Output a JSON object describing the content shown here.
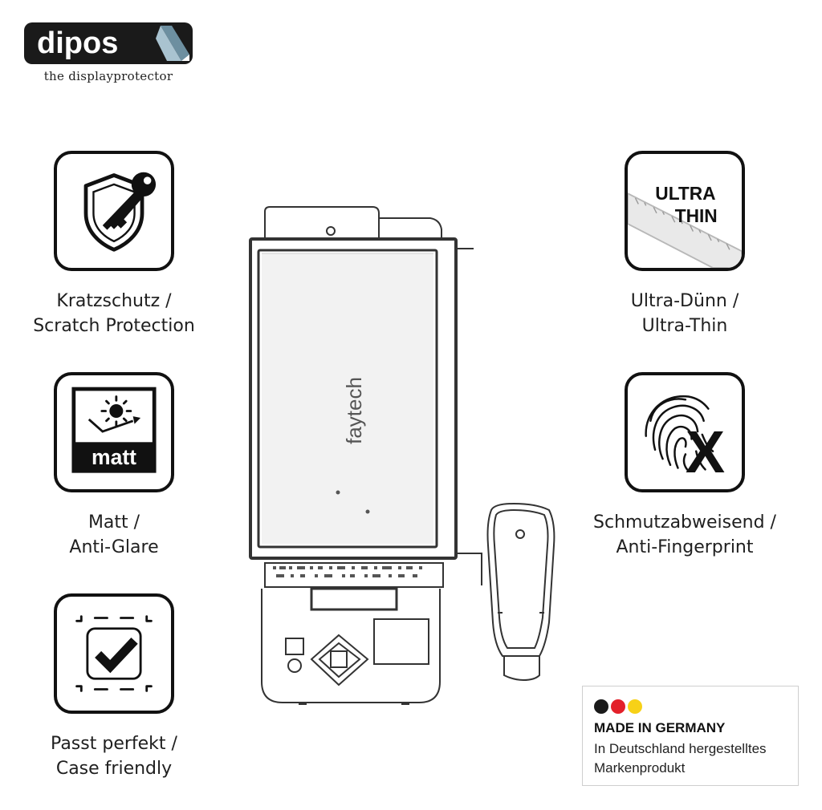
{
  "brand": {
    "name": "dipos",
    "tagline": "the displayprotector"
  },
  "features": {
    "scratch": {
      "line1": "Kratzschutz /",
      "line2": "Scratch Protection",
      "icon": "shield-key-icon"
    },
    "matt": {
      "line1": "Matt /",
      "line2": "Anti-Glare",
      "icon": "sun-matt-icon",
      "badge": "matt"
    },
    "fit": {
      "line1": "Passt perfekt /",
      "line2": "Case friendly",
      "icon": "checkmark-frame-icon"
    },
    "ultra": {
      "line1": "Ultra-Dünn /",
      "line2": "Ultra-Thin",
      "icon": "ruler-icon",
      "badge_line1": "ULTRA",
      "badge_line2": "THIN"
    },
    "finger": {
      "line1": "Schmutzabweisend /",
      "line2": "Anti-Fingerprint",
      "icon": "fingerprint-x-icon"
    }
  },
  "device": {
    "brand_label": "faytech"
  },
  "made_in": {
    "title": "MADE IN GERMANY",
    "line1": "In Deutschland hergestelltes",
    "line2": "Markenprodukt",
    "colors": [
      "#1a1a1a",
      "#e3202a",
      "#f7d117"
    ]
  },
  "colors": {
    "logo_bg": "#1a1a1a",
    "logo_accent": "#6d8fa0"
  }
}
